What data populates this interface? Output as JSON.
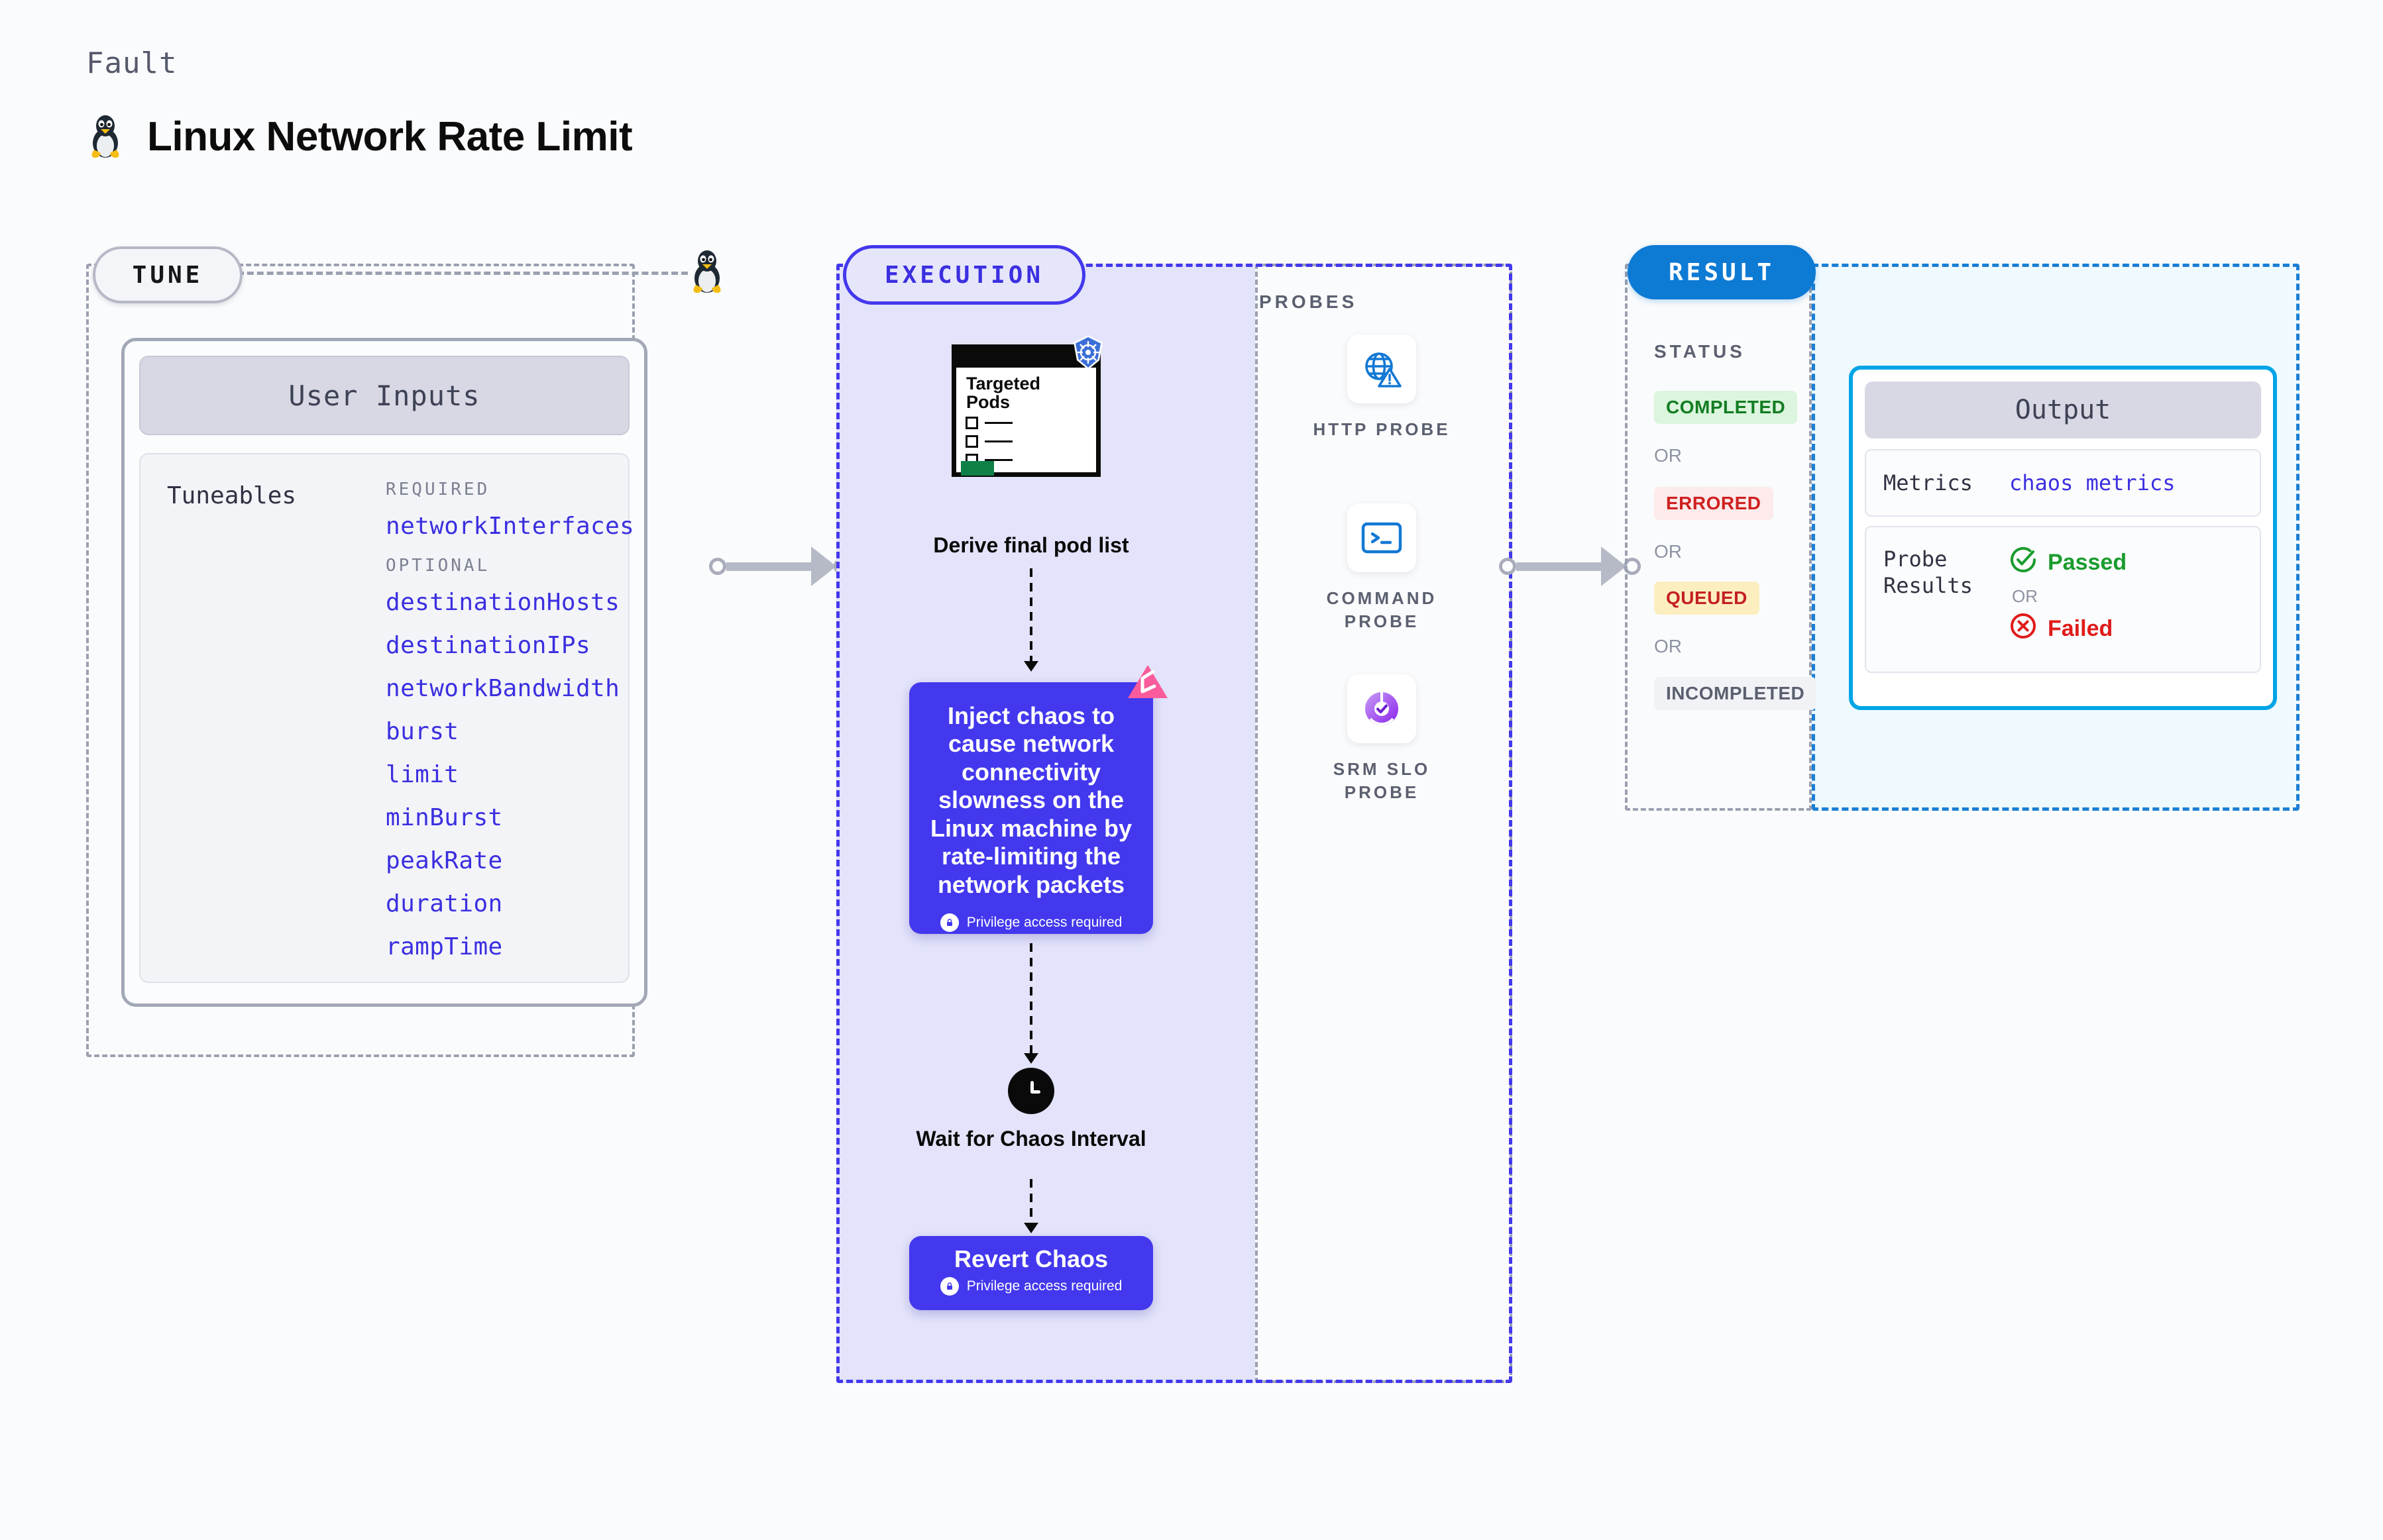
{
  "header": {
    "kicker": "Fault",
    "title": "Linux Network Rate Limit",
    "icon": "linux-penguin-icon"
  },
  "tune": {
    "pill_label": "TUNE",
    "card": {
      "header": "User Inputs",
      "tuneables_label": "Tuneables",
      "groups": [
        {
          "caption": "REQUIRED",
          "items": [
            "networkInterfaces"
          ]
        },
        {
          "caption": "OPTIONAL",
          "items": [
            "destinationHosts",
            "destinationIPs",
            "networkBandwidth",
            "burst",
            "limit",
            "minBurst",
            "peakRate",
            "duration",
            "rampTime"
          ]
        }
      ]
    }
  },
  "execution": {
    "pill_label": "EXECUTION",
    "pods_note": {
      "title": "Targeted Pods",
      "badge_icon": "kubernetes-icon"
    },
    "derive_caption": "Derive final pod list",
    "inject": {
      "text": "Inject chaos to cause network connectivity slowness on the Linux machine by rate-limiting the network packets",
      "privilege_note": "Privilege access required",
      "badge_icon": "litmus-chaos-icon"
    },
    "wait": {
      "caption": "Wait for Chaos Interval",
      "icon": "clock-icon"
    },
    "revert": {
      "title": "Revert Chaos",
      "privilege_note": "Privilege access required"
    }
  },
  "probes": {
    "caption": "PROBES",
    "items": [
      {
        "label": "HTTP PROBE",
        "icon": "globe-warning-icon"
      },
      {
        "label": "COMMAND PROBE",
        "icon": "terminal-icon"
      },
      {
        "label": "SRM SLO PROBE",
        "icon": "slo-donut-check-icon"
      }
    ]
  },
  "result": {
    "pill_label": "RESULT",
    "status_caption": "STATUS",
    "or_label": "OR",
    "statuses": [
      {
        "label": "COMPLETED",
        "bg": "#dcf5de",
        "fg": "#127d22"
      },
      {
        "label": "ERRORED",
        "bg": "#fdeaea",
        "fg": "#cf2020"
      },
      {
        "label": "QUEUED",
        "bg": "#fdeec0",
        "fg": "#c52121"
      },
      {
        "label": "INCOMPLETED",
        "bg": "#f1f2f6",
        "fg": "#5b6070"
      }
    ],
    "output": {
      "header": "Output",
      "metrics_label": "Metrics",
      "metrics_value": "chaos metrics",
      "probe_results_label": "Probe Results",
      "passed_label": "Passed",
      "failed_label": "Failed",
      "or_label": "OR"
    }
  },
  "colors": {
    "accent_indigo": "#4338ed",
    "accent_blue": "#0d7ad4",
    "accent_cyan": "#00a5e6",
    "success_green": "#1a9c2e",
    "error_red": "#e01b1b"
  }
}
